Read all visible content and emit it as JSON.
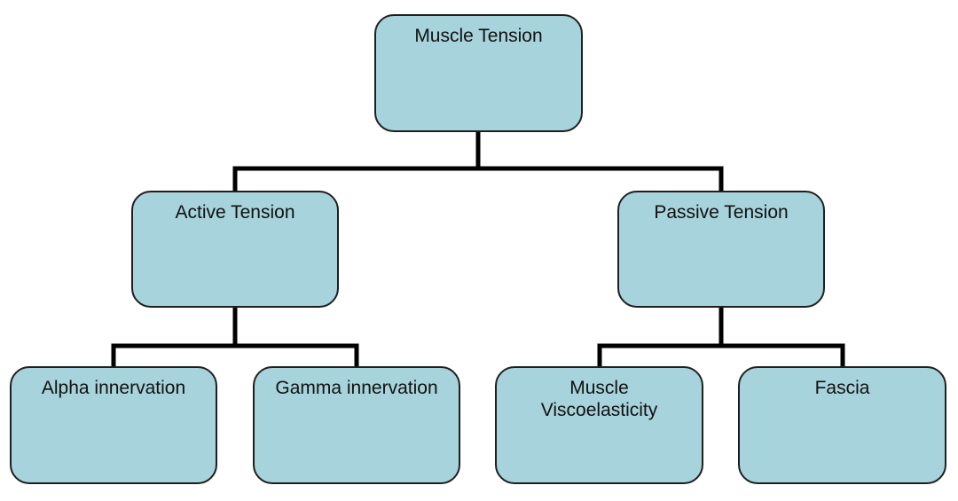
{
  "diagram": {
    "colors": {
      "node_fill": "#a7d3dc",
      "node_border": "#1f1f1f",
      "connector": "#000000"
    },
    "nodes": {
      "root": {
        "label": "Muscle Tension"
      },
      "active": {
        "label": "Active Tension"
      },
      "passive": {
        "label": "Passive Tension"
      },
      "alpha": {
        "label": "Alpha innervation"
      },
      "gamma": {
        "label": "Gamma innervation"
      },
      "visco": {
        "label": "Muscle\nViscoelasticity"
      },
      "fascia": {
        "label": "Fascia"
      }
    },
    "edges": [
      {
        "from": "root",
        "to": "active"
      },
      {
        "from": "root",
        "to": "passive"
      },
      {
        "from": "active",
        "to": "alpha"
      },
      {
        "from": "active",
        "to": "gamma"
      },
      {
        "from": "passive",
        "to": "visco"
      },
      {
        "from": "passive",
        "to": "fascia"
      }
    ]
  }
}
